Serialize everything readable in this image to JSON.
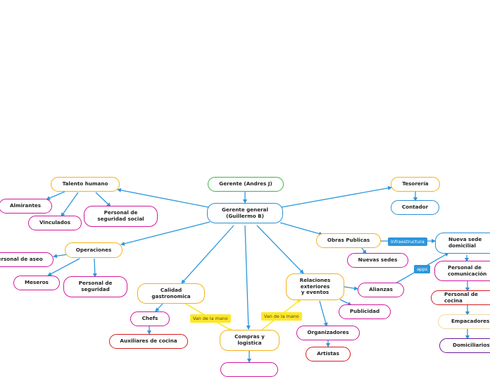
{
  "nodes": {
    "gerente": "Gerente (Andres J)",
    "gerente_general": "Gerente general\n(Guillermo B)",
    "talento_humano": "Talento humano",
    "almirantes": "Almirantes",
    "vinculados": "Vinculados",
    "personal_seguridad_social": "Personal de\nseguridad social",
    "tesoreria": "Tesorería",
    "contador": "Contador",
    "operaciones": "Operaciones",
    "personal_aseo": "Personal de aseo",
    "meseros": "Meseros",
    "personal_seguridad": "Personal de\nseguridad",
    "obras_publicas": "Obras Publicas",
    "nuevas_sedes": "Nuevas sedes",
    "nueva_sede_domicilial": "Nueva sede\ndomicilial",
    "personal_comunicacion": "Personal de\ncomunicación",
    "personal_cocina": "Personal de cocina",
    "empacadores": "Empacadores",
    "domiciliarios": "Domiciliarios",
    "relaciones_exteriores": "Relaciones\nexteriores\ny eventos",
    "alianzas": "Alianzas",
    "publicidad": "Publicidad",
    "organizadores": "Organizadores",
    "artistas": "Artistas",
    "calidad_gastronomica": "Calidad\ngastronomica",
    "chefs": "Chefs",
    "auxiliares_cocina": "Auxiliares de cocina",
    "compras_logistica": "Compras y\nlogistica"
  },
  "tags": {
    "van_de_la_mano_1": "Van de la mano",
    "van_de_la_mano_2": "Van de la mano",
    "infraestructura": "Infraestructura",
    "apps": "apps"
  },
  "colors": {
    "green": "#3cb44b",
    "blue": "#2b8fd6",
    "orange": "#f2b01e",
    "magenta": "#d1199a",
    "red": "#d81e1e",
    "cream": "#ecd9a8",
    "purple": "#6a1b9a",
    "link_blue": "#2b97dd",
    "link_yellow": "#fde72b"
  }
}
